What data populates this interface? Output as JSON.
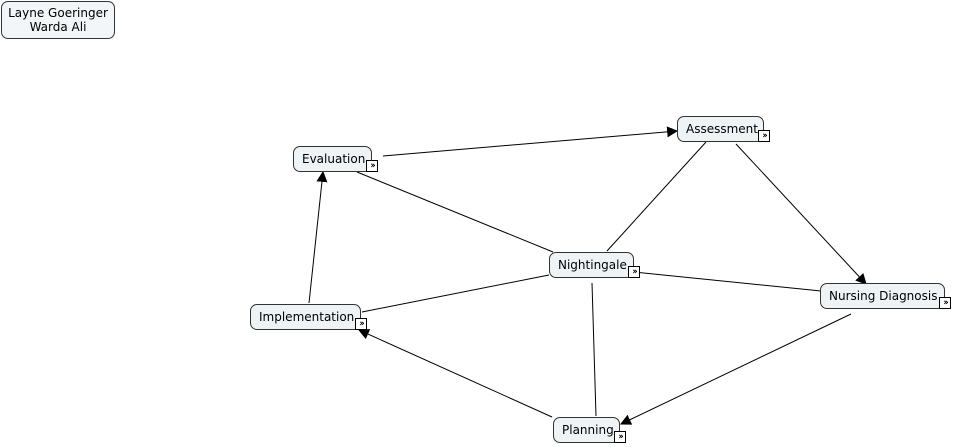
{
  "authors": [
    "Layne Goeringer",
    "Warda Ali"
  ],
  "nodes": {
    "assessment": "Assessment",
    "evaluation": "Evaluation",
    "nightingale": "Nightingale",
    "nursing_diagnosis": "Nursing Diagnosis",
    "implementation": "Implementation",
    "planning": "Planning"
  },
  "icons": {
    "expand": "double-chevron-right-icon"
  }
}
